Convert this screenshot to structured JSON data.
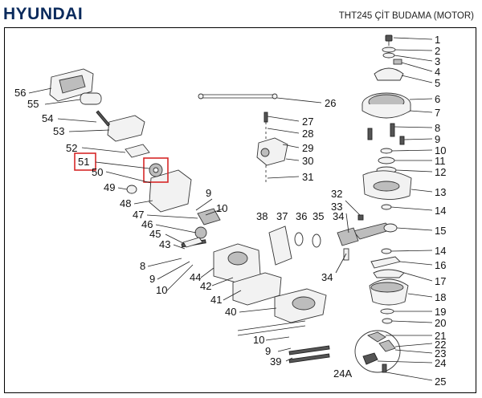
{
  "header": {
    "brand": "HYUNDAI",
    "title": "THT245 ÇİT BUDAMA (MOTOR)"
  },
  "highlight_color": "#d62828",
  "brand_color": "#0a2a5c",
  "callouts": [
    {
      "id": "c1",
      "text": "1"
    },
    {
      "id": "c2",
      "text": "2"
    },
    {
      "id": "c3",
      "text": "3"
    },
    {
      "id": "c4",
      "text": "4"
    },
    {
      "id": "c5",
      "text": "5"
    },
    {
      "id": "c6",
      "text": "6"
    },
    {
      "id": "c7",
      "text": "7"
    },
    {
      "id": "c8r",
      "text": "8"
    },
    {
      "id": "c9r",
      "text": "9"
    },
    {
      "id": "c10r",
      "text": "10"
    },
    {
      "id": "c11",
      "text": "11"
    },
    {
      "id": "c12",
      "text": "12"
    },
    {
      "id": "c13",
      "text": "13"
    },
    {
      "id": "c14a",
      "text": "14"
    },
    {
      "id": "c15",
      "text": "15"
    },
    {
      "id": "c14b",
      "text": "14"
    },
    {
      "id": "c16",
      "text": "16"
    },
    {
      "id": "c17",
      "text": "17"
    },
    {
      "id": "c18",
      "text": "18"
    },
    {
      "id": "c19",
      "text": "19"
    },
    {
      "id": "c20",
      "text": "20"
    },
    {
      "id": "c21",
      "text": "21"
    },
    {
      "id": "c22",
      "text": "22"
    },
    {
      "id": "c23",
      "text": "23"
    },
    {
      "id": "c24",
      "text": "24"
    },
    {
      "id": "c25",
      "text": "25"
    },
    {
      "id": "c24A",
      "text": "24A"
    },
    {
      "id": "c26",
      "text": "26"
    },
    {
      "id": "c27",
      "text": "27"
    },
    {
      "id": "c28",
      "text": "28"
    },
    {
      "id": "c29",
      "text": "29"
    },
    {
      "id": "c30",
      "text": "30"
    },
    {
      "id": "c31",
      "text": "31"
    },
    {
      "id": "c32",
      "text": "32"
    },
    {
      "id": "c33",
      "text": "33"
    },
    {
      "id": "c34a",
      "text": "34"
    },
    {
      "id": "c35",
      "text": "35"
    },
    {
      "id": "c36",
      "text": "36"
    },
    {
      "id": "c37",
      "text": "37"
    },
    {
      "id": "c38",
      "text": "38"
    },
    {
      "id": "c34b",
      "text": "34"
    },
    {
      "id": "c39",
      "text": "39"
    },
    {
      "id": "c40",
      "text": "40"
    },
    {
      "id": "c41",
      "text": "41"
    },
    {
      "id": "c42",
      "text": "42"
    },
    {
      "id": "c43",
      "text": "43"
    },
    {
      "id": "c44",
      "text": "44"
    },
    {
      "id": "c45",
      "text": "45"
    },
    {
      "id": "c46",
      "text": "46"
    },
    {
      "id": "c47",
      "text": "47"
    },
    {
      "id": "c48",
      "text": "48"
    },
    {
      "id": "c49",
      "text": "49"
    },
    {
      "id": "c50",
      "text": "50"
    },
    {
      "id": "c51",
      "text": "51"
    },
    {
      "id": "c52",
      "text": "52"
    },
    {
      "id": "c53",
      "text": "53"
    },
    {
      "id": "c54",
      "text": "54"
    },
    {
      "id": "c55",
      "text": "55"
    },
    {
      "id": "c56",
      "text": "56"
    },
    {
      "id": "c8l",
      "text": "8"
    },
    {
      "id": "c9l",
      "text": "9"
    },
    {
      "id": "c10l",
      "text": "10"
    },
    {
      "id": "c9m",
      "text": "9"
    },
    {
      "id": "c10m",
      "text": "10"
    },
    {
      "id": "c10b",
      "text": "10"
    },
    {
      "id": "c9b",
      "text": "9"
    }
  ]
}
